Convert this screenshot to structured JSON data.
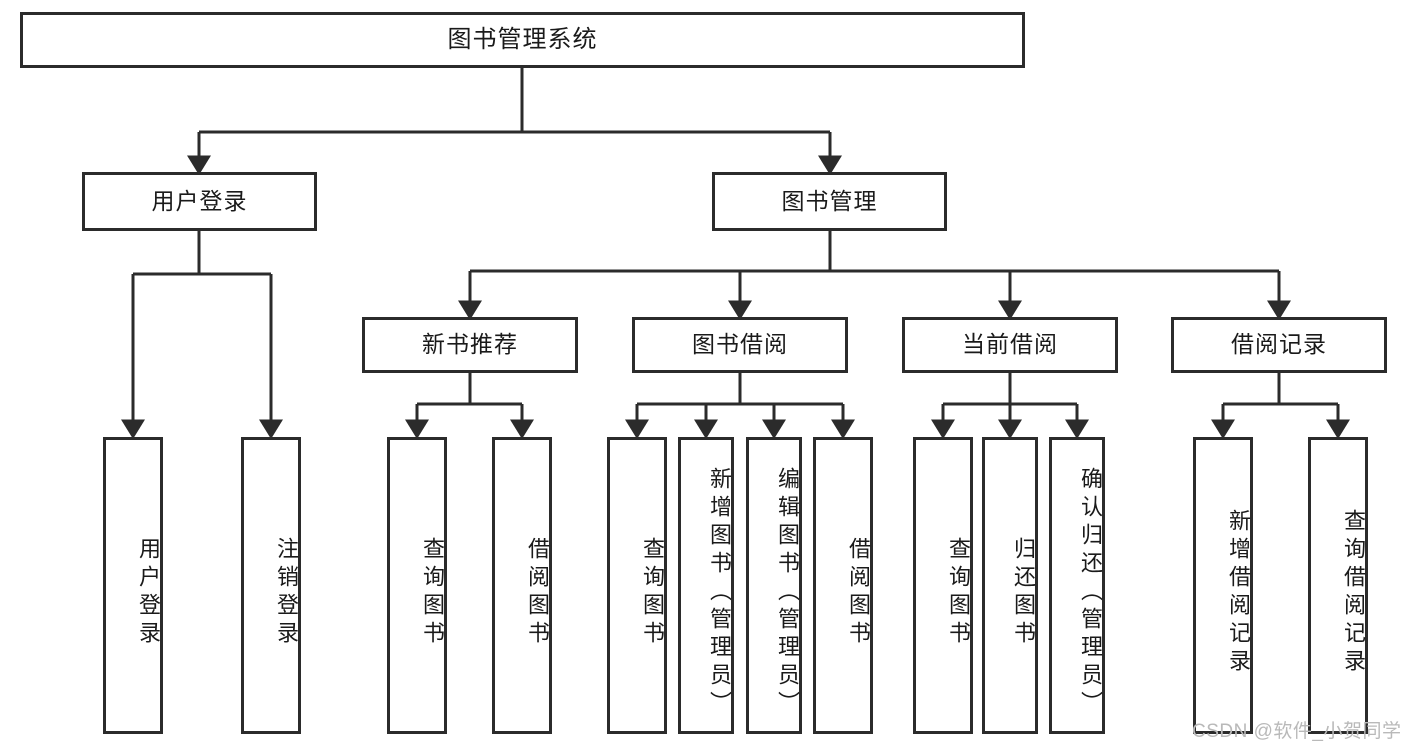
{
  "diagram": {
    "type": "tree-hierarchy",
    "title": "图书管理系统",
    "watermark": "CSDN @软件_小贺同学",
    "colors": {
      "box_border": "#2b2b2b",
      "box_fill": "#ffffff",
      "edge": "#2b2b2b",
      "text": "#1a1a1a",
      "watermark": "#b9b9b9"
    },
    "nodes": {
      "root": {
        "label": "图书管理系统"
      },
      "level1": [
        {
          "id": "user-login",
          "label": "用户登录"
        },
        {
          "id": "book-manage",
          "label": "图书管理"
        }
      ],
      "level2": [
        {
          "id": "new-book-recommend",
          "label": "新书推荐"
        },
        {
          "id": "book-borrow",
          "label": "图书借阅"
        },
        {
          "id": "current-borrow",
          "label": "当前借阅"
        },
        {
          "id": "borrow-record",
          "label": "借阅记录"
        }
      ],
      "leaves": {
        "user-login": [
          {
            "id": "leaf-user-login",
            "label": "用户登录"
          },
          {
            "id": "leaf-logout",
            "label": "注销登录"
          }
        ],
        "new-book-recommend": [
          {
            "id": "leaf-query-book-1",
            "label": "查询图书"
          },
          {
            "id": "leaf-borrow-book-1",
            "label": "借阅图书"
          }
        ],
        "book-borrow": [
          {
            "id": "leaf-query-book-2",
            "label": "查询图书"
          },
          {
            "id": "leaf-add-book",
            "label": "新增图书（管理员）"
          },
          {
            "id": "leaf-edit-book",
            "label": "编辑图书（管理员）"
          },
          {
            "id": "leaf-borrow-book-2",
            "label": "借阅图书"
          }
        ],
        "current-borrow": [
          {
            "id": "leaf-query-book-3",
            "label": "查询图书"
          },
          {
            "id": "leaf-return-book",
            "label": "归还图书"
          },
          {
            "id": "leaf-confirm-return",
            "label": "确认归还（管理员）"
          }
        ],
        "borrow-record": [
          {
            "id": "leaf-add-record",
            "label": "新增借阅记录"
          },
          {
            "id": "leaf-query-record",
            "label": "查询借阅记录"
          }
        ]
      }
    }
  }
}
